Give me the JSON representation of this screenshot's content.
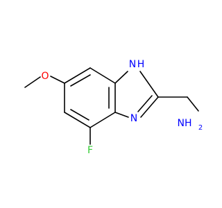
{
  "colors": {
    "background": "#ffffff",
    "bond": "#000000",
    "N": "#0000ff",
    "O": "#ff0000",
    "F": "#33cc33"
  },
  "atoms": {
    "NH_ring": "H",
    "NH_ring_N": "N",
    "N_ring": "N",
    "NH2": "NH",
    "NH2_sub": "2",
    "O": "O",
    "F": "F"
  }
}
